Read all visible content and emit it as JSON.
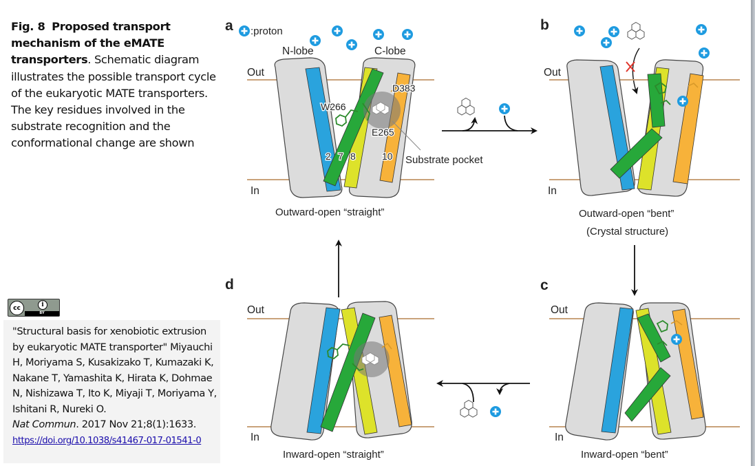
{
  "caption": {
    "fig_label": "Fig. 8",
    "title": "Proposed transport mechanism of the eMATE transporters",
    "body": ". Schematic diagram illustrates the possible transport cycle of the eukaryotic MATE transporters. The key residues involved in the substrate recognition and the conformational change are shown"
  },
  "license": {
    "icon": "cc-by-icon",
    "cc_text": "cc",
    "by_text": "BY"
  },
  "citation": {
    "title_authors": "\"Structural basis for xenobiotic extrusion by eukaryotic MATE transporter\" Miyauchi H, Moriyama S, Kusakizako T, Kumazaki K, Nakane T, Yamashita K, Hirata K, Dohmae N, Nishizawa T, Ito K, Miyaji T, Moriyama Y, Ishitani R, Nureki O.",
    "journal": "Nat Commun",
    "details": ". 2017 Nov 21;8(1):1633.",
    "doi": "https://doi.org/10.1038/s41467-017-01541-0"
  },
  "diagram": {
    "legend_proton": ":proton",
    "membrane": {
      "out": "Out",
      "in": "In"
    },
    "lobes": {
      "n": "N-lobe",
      "c": "C-lobe"
    },
    "residues": {
      "w266": "W266",
      "e265": "E265",
      "d383": "D383"
    },
    "helices": {
      "h2": "2",
      "h7": "7",
      "h8": "8",
      "h10": "10"
    },
    "substrate_pocket": "Substrate pocket",
    "panels": {
      "a": {
        "label": "a",
        "state": "Outward-open “straight”"
      },
      "b": {
        "label": "b",
        "state": "Outward-open “bent”",
        "note": "(Crystal structure)"
      },
      "c": {
        "label": "c",
        "state": "Inward-open “bent”"
      },
      "d": {
        "label": "d",
        "state": "Inward-open “straight”"
      }
    },
    "colors": {
      "helix_blue": "#2aa3dd",
      "helix_green": "#27a83a",
      "helix_yellow": "#dde22a",
      "helix_orange": "#f7b23a",
      "lobe_gray": "#dcdcdc",
      "membrane_line": "#c9a27a",
      "proton": "#1e9be0",
      "block_x": "#e0352b"
    }
  }
}
